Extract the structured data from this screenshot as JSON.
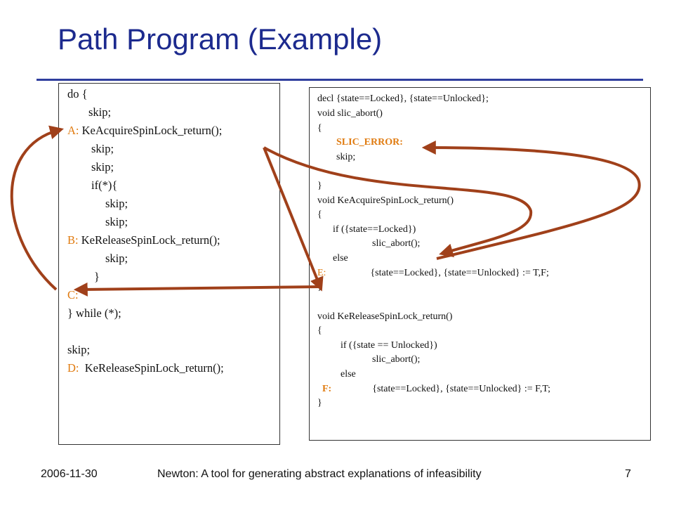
{
  "slide": {
    "title": "Path Program (Example)",
    "footer_date": "2006-11-30",
    "footer_text": "Newton: A tool for generating abstract explanations of infeasibility",
    "page_number": "7"
  },
  "left_code": [
    {
      "label": "",
      "text": "do {"
    },
    {
      "label": "",
      "text": "skip;"
    },
    {
      "label": "A:",
      "text": "KeAcquireSpinLock_return();"
    },
    {
      "label": "",
      "text": "skip;"
    },
    {
      "label": "",
      "text": "skip;"
    },
    {
      "label": "",
      "text": "if(*){"
    },
    {
      "label": "",
      "text": "skip;"
    },
    {
      "label": "",
      "text": "skip;"
    },
    {
      "label": "B:",
      "text": "KeReleaseSpinLock_return();"
    },
    {
      "label": "",
      "text": "skip;"
    },
    {
      "label": "",
      "text": "}"
    },
    {
      "label": "C:",
      "text": ""
    },
    {
      "label": "",
      "text": "} while (*);"
    },
    {
      "label": "",
      "text": ""
    },
    {
      "label": "",
      "text": "skip;"
    },
    {
      "label": "D:",
      "text": "KeReleaseSpinLock_return();"
    }
  ],
  "right_code": [
    {
      "label": "",
      "text": "decl {state==Locked}, {state==Unlocked};"
    },
    {
      "label": "",
      "text": "void slic_abort()"
    },
    {
      "label": "",
      "text": "{"
    },
    {
      "label": "SLIC_ERROR:",
      "text": ""
    },
    {
      "label": "",
      "text": "skip;"
    },
    {
      "label": "",
      "text": ""
    },
    {
      "label": "",
      "text": "}"
    },
    {
      "label": "",
      "text": "void KeAcquireSpinLock_return()"
    },
    {
      "label": "",
      "text": "{"
    },
    {
      "label": "",
      "text": "if ({state==Locked})"
    },
    {
      "label": "",
      "text": "slic_abort();"
    },
    {
      "label": "",
      "text": "else"
    },
    {
      "label": "E:",
      "text": "{state==Locked}, {state==Unlocked} := T,F;"
    },
    {
      "label": "",
      "text": "}"
    },
    {
      "label": "",
      "text": ""
    },
    {
      "label": "",
      "text": "void KeReleaseSpinLock_return()"
    },
    {
      "label": "",
      "text": "{"
    },
    {
      "label": "",
      "text": "if ({state == Unlocked})"
    },
    {
      "label": "",
      "text": "slic_abort();"
    },
    {
      "label": "",
      "text": "else"
    },
    {
      "label": "F:",
      "text": "{state==Locked}, {state==Unlocked} := F,T;"
    },
    {
      "label": "",
      "text": "}"
    }
  ],
  "colors": {
    "title": "#1c2a8e",
    "label": "#e07b10",
    "arrow": "#a0401a",
    "rule": "#2f3e9e"
  }
}
